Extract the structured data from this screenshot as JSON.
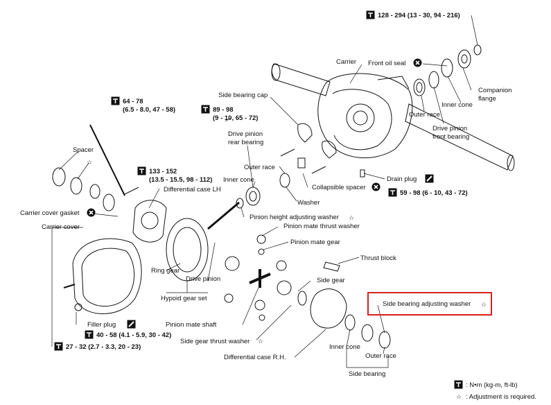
{
  "labels": {
    "carrier": "Carrier",
    "front_oil_seal": "Front oil seal",
    "companion_flange_1": "Companion",
    "companion_flange_2": "flange",
    "inner_cone_top": "Inner cone",
    "outer_race_top": "Outer race",
    "drive_pinion_front_bearing_1": "Drive pinion",
    "drive_pinion_front_bearing_2": "front bearing",
    "side_bearing_cap": "Side bearing cap",
    "drive_pinion_rear_bearing_1": "Drive pinion",
    "drive_pinion_rear_bearing_2": "rear bearing",
    "outer_race_mid": "Outer race",
    "inner_cone_mid": "Inner cone",
    "drain_plug": "Drain plug",
    "collapsible_spacer": "Collapsible spacer",
    "washer": "Washer",
    "spacer": "Spacer",
    "differential_case_lh": "Differential case LH",
    "carrier_cover_gasket": "Carrier cover gasket",
    "carrier_cover": "Carrier cover",
    "pinion_height_adjusting_washer": "Pinion height adjusting washer",
    "pinion_mate_thrust_washer": "Pinion mate thrust washer",
    "pinion_mate_gear": "Pinion mate gear",
    "thrust_block": "Thrust block",
    "ring_gear": "Ring gear",
    "drive_pinion": "Drive pinion",
    "side_gear": "Side gear",
    "hypoid_gear_set": "Hypoid gear set",
    "side_bearing_adjusting_washer": "Side bearing adjusting washer",
    "pinion_mate_shaft": "Pinion mate shaft",
    "filler_plug": "Filler plug",
    "side_gear_thrust_washer": "Side gear thrust washer",
    "differential_case_rh": "Differential case R.H.",
    "inner_cone_bottom": "Inner cone",
    "outer_race_bottom": "Outer race",
    "side_bearing": "Side bearing"
  },
  "torques": {
    "t1": "128 - 294 (13 - 30, 94 - 216)",
    "t2_a": "64 - 78",
    "t2_b": "(6.5 - 8.0, 47 - 58)",
    "t3_a": "89 - 98",
    "t3_b": "(9 - 10, 65 - 72)",
    "t4_a": "133 - 152",
    "t4_b": "(13.5 - 15.5, 98 - 112)",
    "t5": "59 - 98 (6 - 10, 43 - 72)",
    "t6": "40 - 58 (4.1 - 5.9, 30 - 42)",
    "t7": "27 - 32 (2.7 - 3.3, 20 - 23)"
  },
  "legend": {
    "torque_unit": ": N•m (kg-m, ft-lb)",
    "adjustment": ": Adjustment is required."
  },
  "symbols": {
    "star": "☆",
    "torque_icon": "torque-wrench-icon",
    "no_reuse_icon": "do-not-reuse-icon",
    "sealant_icon": "sealant-icon"
  },
  "colors": {
    "highlight": "#d62020",
    "ink": "#111111"
  }
}
